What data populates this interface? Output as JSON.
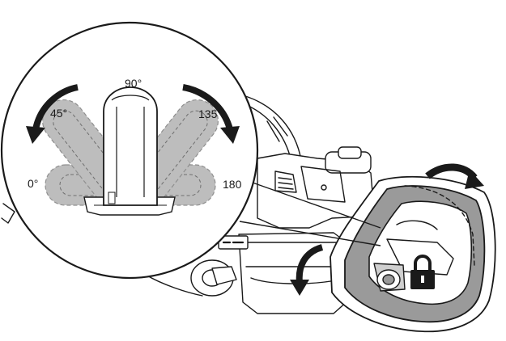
{
  "angles": {
    "a0": "0°",
    "a45": "45°",
    "a90": "90°",
    "a135": "135°",
    "a180": "180"
  },
  "colors": {
    "line": "#1a1a1a",
    "shade": "#bdbdbd",
    "shade_dark": "#8f8f8f",
    "handle_fill": "#9a9a9a",
    "background": "#ffffff"
  },
  "icons": {
    "lock": "lock-icon",
    "rotate_arrow": "curved-arrow-icon"
  }
}
